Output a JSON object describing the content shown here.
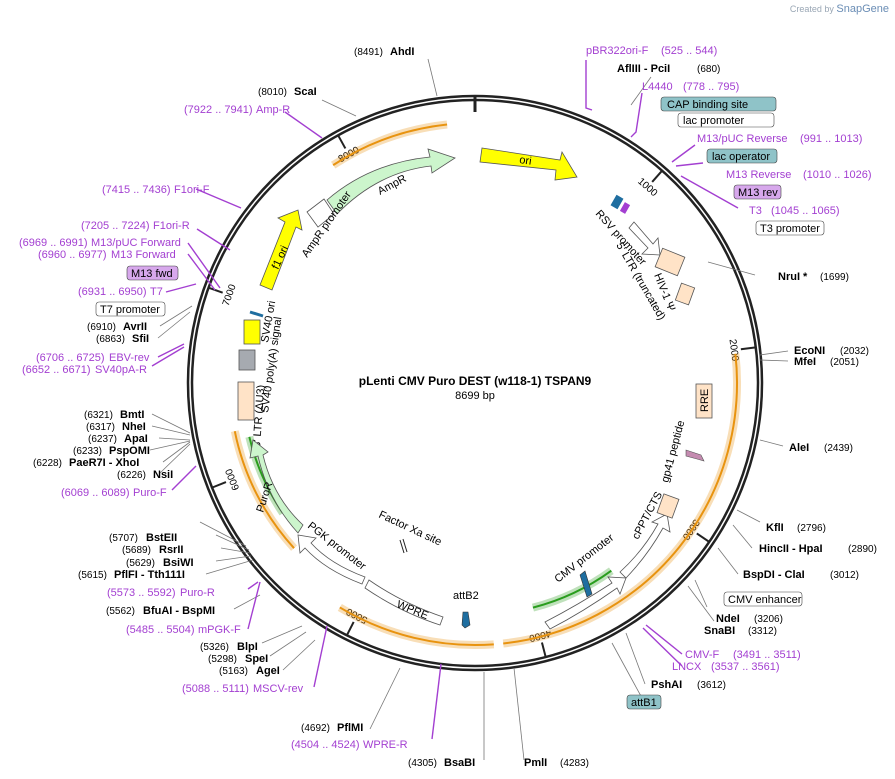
{
  "branding": {
    "created_by": "Created by",
    "app": "SnapGene"
  },
  "plasmid": {
    "name": "pLenti CMV Puro DEST (w118-1) TSPAN9",
    "length": "8699 bp"
  },
  "ticks": [
    "1000",
    "2000",
    "3000",
    "4000",
    "5000",
    "6000",
    "7000",
    "8000"
  ],
  "sites": [
    {
      "pos": "(8491)",
      "name": "AhdI"
    },
    {
      "pos": "(8010)",
      "name": "ScaI"
    },
    {
      "name": "AflIII - PciI",
      "pos": "(680)"
    },
    {
      "name": "NruI *",
      "pos": "(1699)"
    },
    {
      "name": "EcoNI",
      "pos": "(2032)"
    },
    {
      "name": "MfeI",
      "pos": "(2051)"
    },
    {
      "name": "AleI",
      "pos": "(2439)"
    },
    {
      "name": "KflI",
      "pos": "(2796)"
    },
    {
      "name": "HincII - HpaI",
      "pos": "(2890)"
    },
    {
      "name": "BspDI - ClaI",
      "pos": "(3012)"
    },
    {
      "name": "NdeI",
      "pos": "(3206)"
    },
    {
      "name": "SnaBI",
      "pos": "(3312)"
    },
    {
      "name": "PshAI",
      "pos": "(3612)"
    },
    {
      "name": "PmlI",
      "pos": "(4283)"
    },
    {
      "pos": "(4305)",
      "name": "BsaBI"
    },
    {
      "pos": "(4692)",
      "name": "PflMI"
    },
    {
      "pos": "(5163)",
      "name": "AgeI"
    },
    {
      "pos": "(5298)",
      "name": "SpeI"
    },
    {
      "pos": "(5326)",
      "name": "BlpI"
    },
    {
      "pos": "(5562)",
      "name": "BfuAI - BspMI"
    },
    {
      "pos": "(5615)",
      "name": "PflFI - Tth111I"
    },
    {
      "pos": "(5629)",
      "name": "BsiWI"
    },
    {
      "pos": "(5689)",
      "name": "RsrII"
    },
    {
      "pos": "(5707)",
      "name": "BstEII"
    },
    {
      "pos": "(6226)",
      "name": "NsiI"
    },
    {
      "pos": "(6228)",
      "name": "PaeR7I - XhoI"
    },
    {
      "pos": "(6233)",
      "name": "PspOMI"
    },
    {
      "pos": "(6237)",
      "name": "ApaI"
    },
    {
      "pos": "(6317)",
      "name": "NheI"
    },
    {
      "pos": "(6321)",
      "name": "BmtI"
    },
    {
      "pos": "(6863)",
      "name": "SfiI"
    },
    {
      "pos": "(6910)",
      "name": "AvrII"
    }
  ],
  "primers": [
    {
      "name": "pBR322ori-F",
      "range": "(525 .. 544)"
    },
    {
      "name": "L4440",
      "range": "(778 .. 795)"
    },
    {
      "name": "M13/pUC Reverse",
      "range": "(991 .. 1013)"
    },
    {
      "name": "M13 Reverse",
      "range": "(1010 .. 1026)"
    },
    {
      "name": "T3",
      "range": "(1045 .. 1065)"
    },
    {
      "name": "CMV-F",
      "range": "(3491 .. 3511)"
    },
    {
      "name": "LNCX",
      "range": "(3537 .. 3561)"
    },
    {
      "name": "WPRE-R",
      "range": "(4504 .. 4524)"
    },
    {
      "name": "MSCV-rev",
      "range": "(5088 .. 5111)"
    },
    {
      "name": "mPGK-F",
      "range": "(5485 .. 5504)"
    },
    {
      "name": "Puro-R",
      "range": "(5573 .. 5592)"
    },
    {
      "name": "Puro-F",
      "range": "(6069 .. 6089)"
    },
    {
      "name": "SV40pA-R",
      "range": "(6652 .. 6671)"
    },
    {
      "name": "EBV-rev",
      "range": "(6706 .. 6725)"
    },
    {
      "name": "T7",
      "range": "(6931 .. 6950)"
    },
    {
      "name": "M13 Forward",
      "range": "(6960 .. 6977)"
    },
    {
      "name": "M13/pUC Forward",
      "range": "(6969 .. 6991)"
    },
    {
      "name": "F1ori-R",
      "range": "(7205 .. 7224)"
    },
    {
      "name": "F1ori-F",
      "range": "(7415 .. 7436)"
    },
    {
      "name": "Amp-R",
      "range": "(7922 .. 7941)"
    }
  ],
  "boxed_labels": {
    "cap": "CAP binding site",
    "lac_promoter": "lac promoter",
    "lac_operator": "lac operator",
    "m13_rev": "M13 rev",
    "t3_promoter": "T3 promoter",
    "cmv_enhancer": "CMV enhancer",
    "attb1": "attB1",
    "t7_promoter": "T7 promoter",
    "m13_fwd": "M13 fwd"
  },
  "features": {
    "ori": "ori",
    "ampr": "AmpR",
    "ampr_promoter": "AmpR promoter",
    "f1_ori": "f1 ori",
    "rsv_promoter": "RSV promoter",
    "ltr5": "5' LTR (truncated)",
    "hiv_psi": "HIV-1 Ψ",
    "rre": "RRE",
    "gp41": "gp41 peptide",
    "cppt": "cPPT/CTS",
    "cmv_promoter": "CMV promoter",
    "attb2": "attB2",
    "factor_xa": "Factor Xa site",
    "wpre": "WPRE",
    "pgk_promoter": "PGK promoter",
    "puror": "PuroR",
    "ltr3": "3' LTR (ΔU3)",
    "sv40_polya": "SV40 poly(A) signal",
    "sv40_ori": "SV40 ori"
  },
  "colors": {
    "primer": "#a33fd1",
    "ori": "#ffff00",
    "ampr": "#ccf5cc",
    "ltr": "#ffe3c7",
    "ring": "#222222",
    "orange_band": "#e8930f",
    "green_band": "#2a9d1e",
    "lac_operator": "#8fc3c8",
    "m13": "#d7a8ec"
  }
}
